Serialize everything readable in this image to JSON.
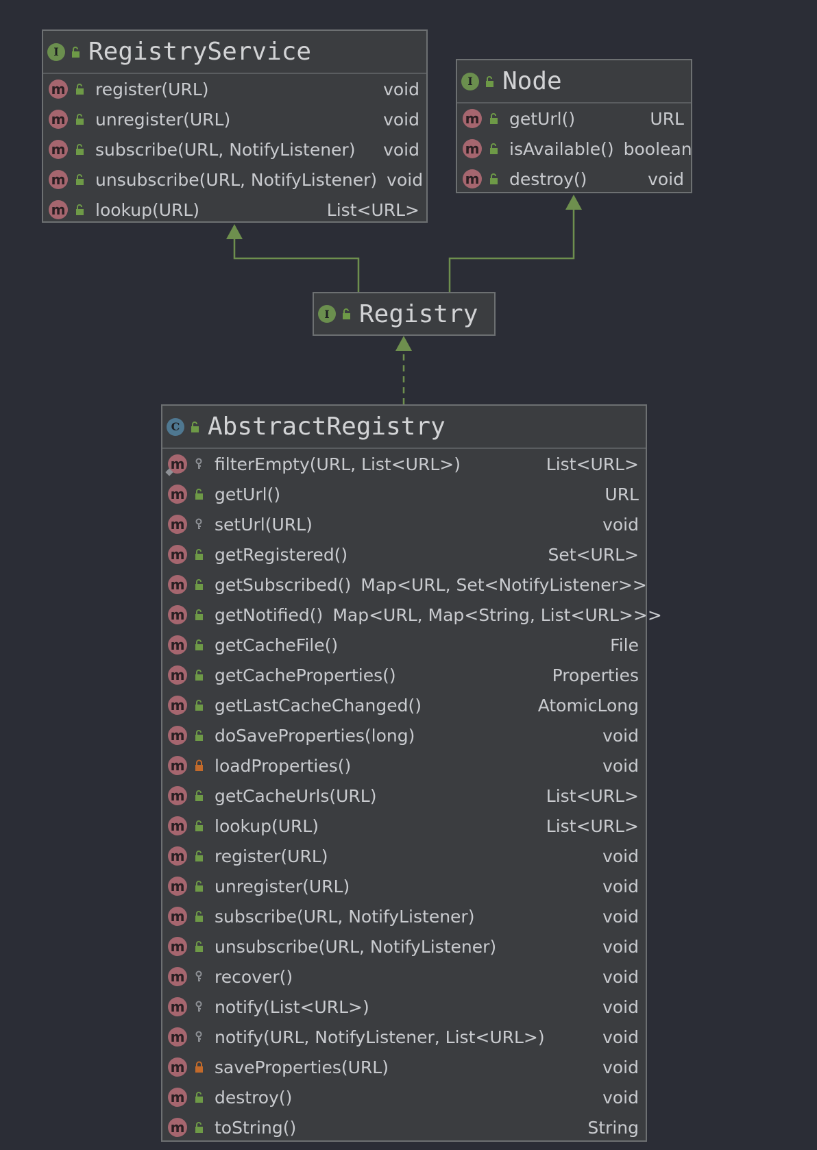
{
  "colors": {
    "background": "#2b2d36",
    "box_fill": "#3b3d40",
    "box_border": "#6d7072",
    "edge": "#6e8f4e",
    "method_badge": "#a6666f",
    "interface_badge": "#6b8f4e",
    "class_badge": "#4f7891",
    "public_icon": "#6e9a47",
    "private_icon": "#c26a2b"
  },
  "registry_service": {
    "kind": "interface",
    "kind_letter": "I",
    "title": "RegistryService",
    "methods": [
      {
        "sig": "register(URL)",
        "ret": "void",
        "vis": "public"
      },
      {
        "sig": "unregister(URL)",
        "ret": "void",
        "vis": "public"
      },
      {
        "sig": "subscribe(URL, NotifyListener)",
        "ret": "void",
        "vis": "public"
      },
      {
        "sig": "unsubscribe(URL, NotifyListener)",
        "ret": "void",
        "vis": "public"
      },
      {
        "sig": "lookup(URL)",
        "ret": "List<URL>",
        "vis": "public"
      }
    ]
  },
  "node": {
    "kind": "interface",
    "kind_letter": "I",
    "title": "Node",
    "methods": [
      {
        "sig": "getUrl()",
        "ret": "URL",
        "vis": "public"
      },
      {
        "sig": "isAvailable()",
        "ret": "boolean",
        "vis": "public"
      },
      {
        "sig": "destroy()",
        "ret": "void",
        "vis": "public"
      }
    ]
  },
  "registry": {
    "kind": "interface",
    "kind_letter": "I",
    "title": "Registry"
  },
  "abstract_registry": {
    "kind": "class",
    "kind_letter": "C",
    "title": "AbstractRegistry",
    "methods": [
      {
        "sig": "filterEmpty(URL, List<URL>)",
        "ret": "List<URL>",
        "vis": "protected",
        "abstract_mark": true
      },
      {
        "sig": "getUrl()",
        "ret": "URL",
        "vis": "public"
      },
      {
        "sig": "setUrl(URL)",
        "ret": "void",
        "vis": "protected"
      },
      {
        "sig": "getRegistered()",
        "ret": "Set<URL>",
        "vis": "public"
      },
      {
        "sig": "getSubscribed()",
        "ret": "Map<URL, Set<NotifyListener>>",
        "vis": "public"
      },
      {
        "sig": "getNotified()",
        "ret": "Map<URL, Map<String, List<URL>>>",
        "vis": "public"
      },
      {
        "sig": "getCacheFile()",
        "ret": "File",
        "vis": "public"
      },
      {
        "sig": "getCacheProperties()",
        "ret": "Properties",
        "vis": "public"
      },
      {
        "sig": "getLastCacheChanged()",
        "ret": "AtomicLong",
        "vis": "public"
      },
      {
        "sig": "doSaveProperties(long)",
        "ret": "void",
        "vis": "public"
      },
      {
        "sig": "loadProperties()",
        "ret": "void",
        "vis": "private"
      },
      {
        "sig": "getCacheUrls(URL)",
        "ret": "List<URL>",
        "vis": "public"
      },
      {
        "sig": "lookup(URL)",
        "ret": "List<URL>",
        "vis": "public"
      },
      {
        "sig": "register(URL)",
        "ret": "void",
        "vis": "public"
      },
      {
        "sig": "unregister(URL)",
        "ret": "void",
        "vis": "public"
      },
      {
        "sig": "subscribe(URL, NotifyListener)",
        "ret": "void",
        "vis": "public"
      },
      {
        "sig": "unsubscribe(URL, NotifyListener)",
        "ret": "void",
        "vis": "public"
      },
      {
        "sig": "recover()",
        "ret": "void",
        "vis": "protected"
      },
      {
        "sig": "notify(List<URL>)",
        "ret": "void",
        "vis": "protected"
      },
      {
        "sig": "notify(URL, NotifyListener, List<URL>)",
        "ret": "void",
        "vis": "protected"
      },
      {
        "sig": "saveProperties(URL)",
        "ret": "void",
        "vis": "private"
      },
      {
        "sig": "destroy()",
        "ret": "void",
        "vis": "public"
      },
      {
        "sig": "toString()",
        "ret": "String",
        "vis": "public"
      }
    ]
  },
  "method_badge_letter": "m"
}
